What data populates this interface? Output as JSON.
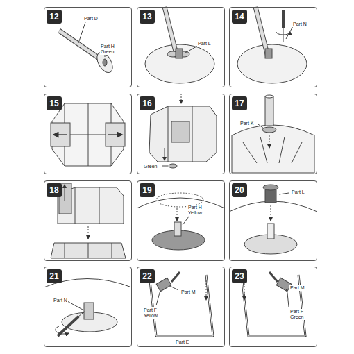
{
  "diagram": {
    "nodes": [
      {
        "text": [
          "12",
          "Part D",
          "Part H Green"
        ]
      },
      {
        "text": [
          "13",
          "Part L"
        ]
      },
      {
        "text": [
          "14",
          "Part N"
        ]
      },
      {
        "text": [
          "15"
        ]
      },
      {
        "text": [
          "16",
          "Green"
        ]
      },
      {
        "text": [
          "17",
          "Part K"
        ]
      },
      {
        "text": [
          "18"
        ]
      },
      {
        "text": [
          "19",
          "Part H Yellow"
        ]
      },
      {
        "text": [
          "20",
          "Part L"
        ]
      },
      {
        "text": [
          "21",
          "Part N"
        ]
      },
      {
        "text": [
          "22",
          "Part M",
          "Part F Yellow",
          "Part E"
        ]
      },
      {
        "text": [
          "23",
          "Part M",
          "Part F Green"
        ]
      }
    ]
  }
}
